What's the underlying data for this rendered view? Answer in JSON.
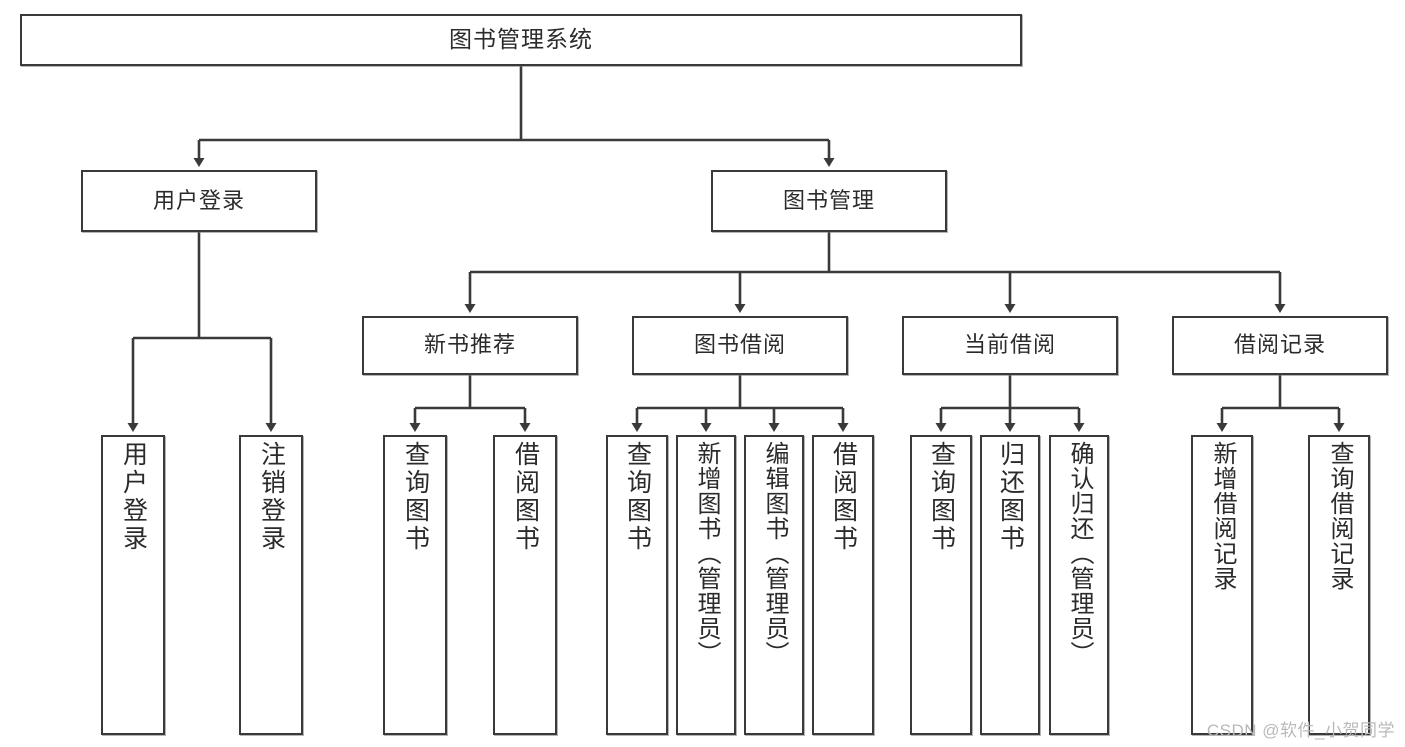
{
  "diagram": {
    "type": "tree-hierarchy",
    "title": "图书管理系统",
    "watermark": "CSDN @软件_小贺同学",
    "colors": {
      "box_border": "#3a3a3a",
      "box_fill": "#ffffff",
      "text": "#2b2b2b",
      "edge": "#3a3a3a",
      "watermark": "#b9b9b9",
      "background": "#ffffff"
    },
    "nodes": {
      "root": {
        "label": "图书管理系统"
      },
      "level2": [
        {
          "label": "用户登录"
        },
        {
          "label": "图书管理"
        }
      ],
      "level3": [
        {
          "label": "新书推荐"
        },
        {
          "label": "图书借阅"
        },
        {
          "label": "当前借阅"
        },
        {
          "label": "借阅记录"
        }
      ],
      "leaves": {
        "user_login": [
          {
            "label": "用户登录"
          },
          {
            "label": "注销登录"
          }
        ],
        "new_book_recommend": [
          {
            "label": "查询图书"
          },
          {
            "label": "借阅图书"
          }
        ],
        "book_borrow": [
          {
            "label": "查询图书"
          },
          {
            "label": "新增图书（管理员）"
          },
          {
            "label": "编辑图书（管理员）"
          },
          {
            "label": "借阅图书"
          }
        ],
        "current_borrow": [
          {
            "label": "查询图书"
          },
          {
            "label": "归还图书"
          },
          {
            "label": "确认归还（管理员）"
          }
        ],
        "borrow_record": [
          {
            "label": "新增借阅记录"
          },
          {
            "label": "查询借阅记录"
          }
        ]
      }
    }
  }
}
